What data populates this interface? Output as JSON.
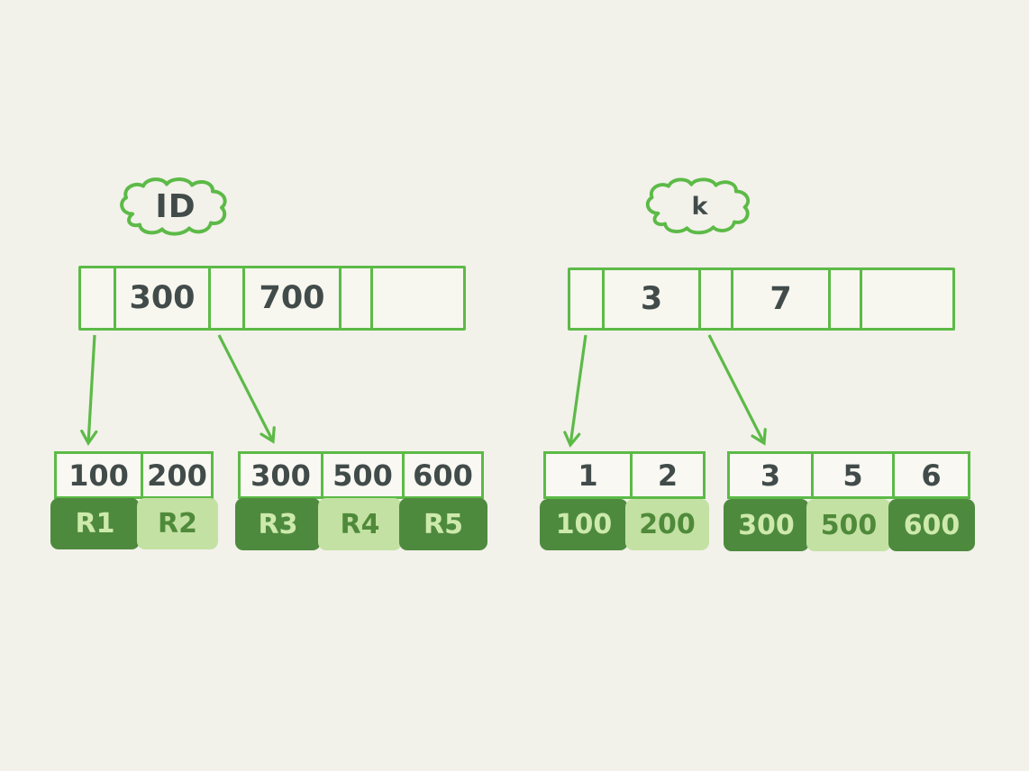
{
  "left": {
    "cloud_label": "ID",
    "root_cells": [
      "",
      "300",
      "",
      "700",
      "",
      ""
    ],
    "leaves": [
      {
        "keys": [
          "100",
          "200"
        ],
        "values": [
          "R1",
          "R2"
        ],
        "shades": [
          "dark",
          "light"
        ]
      },
      {
        "keys": [
          "300",
          "500",
          "600"
        ],
        "values": [
          "R3",
          "R4",
          "R5"
        ],
        "shades": [
          "dark",
          "light",
          "dark"
        ]
      }
    ]
  },
  "right": {
    "cloud_label": "k",
    "root_cells": [
      "",
      "3",
      "",
      "7",
      "",
      ""
    ],
    "leaves": [
      {
        "keys": [
          "1",
          "2"
        ],
        "values": [
          "100",
          "200"
        ],
        "shades": [
          "dark",
          "light"
        ]
      },
      {
        "keys": [
          "3",
          "5",
          "6"
        ],
        "values": [
          "300",
          "500",
          "600"
        ],
        "shades": [
          "dark",
          "light",
          "dark"
        ]
      }
    ]
  },
  "colors": {
    "stroke_green": "#5cba47",
    "text_dark": "#414b4a",
    "block_dark": "#4e8a3e",
    "block_light": "#c3e1a3",
    "text_on_dark": "#cdeaac",
    "text_on_light": "#4f8a3a",
    "background": "#f2f1ea"
  }
}
